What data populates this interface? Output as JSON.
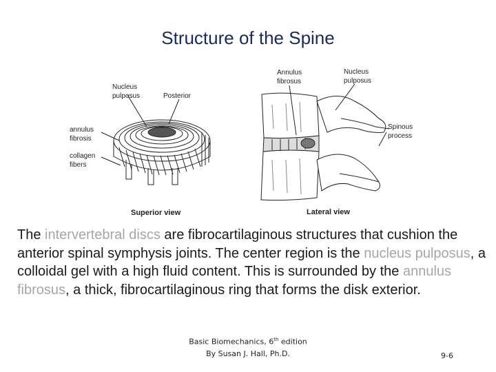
{
  "title": "Structure of the Spine",
  "figure": {
    "labels": {
      "nucleus_pulposus_left": [
        "Nucleus",
        "pulposus"
      ],
      "posterior": "Posterior",
      "annulus_fibrosis": [
        "annulus",
        "fibrosis"
      ],
      "collagen_fibers": [
        "collagen",
        "fibers"
      ],
      "superior_view": "Superior view",
      "annulus_fibrosus_right": [
        "Annulus",
        "fibrosus"
      ],
      "nucleus_pulposus_right": [
        "Nucleus",
        "pulposus"
      ],
      "spinous_process": [
        "Spinous",
        "process"
      ],
      "lateral_view": "Lateral view"
    }
  },
  "body": {
    "seg1": " The ",
    "seg2": "intervertebral discs",
    "seg3": " are fibrocartilaginous structures that cushion the anterior spinal symphysis joints. The center region is the ",
    "seg4": "nucleus pulposus",
    "seg5": ", a colloidal gel with a high fluid content. This is surrounded by the ",
    "seg6": "annulus fibrosus",
    "seg7": ", a thick, fibrocartilaginous ring that forms the disk exterior."
  },
  "footer": {
    "line1_pre": "Basic Biomechanics, 6",
    "line1_sup": "th",
    "line1_post": " edition",
    "line2": "By Susan J. Hall, Ph.D."
  },
  "page_number": "9-6",
  "colors": {
    "title": "#1a2a5c",
    "highlight": "#a6a6a6",
    "text": "#1a1a1a"
  }
}
